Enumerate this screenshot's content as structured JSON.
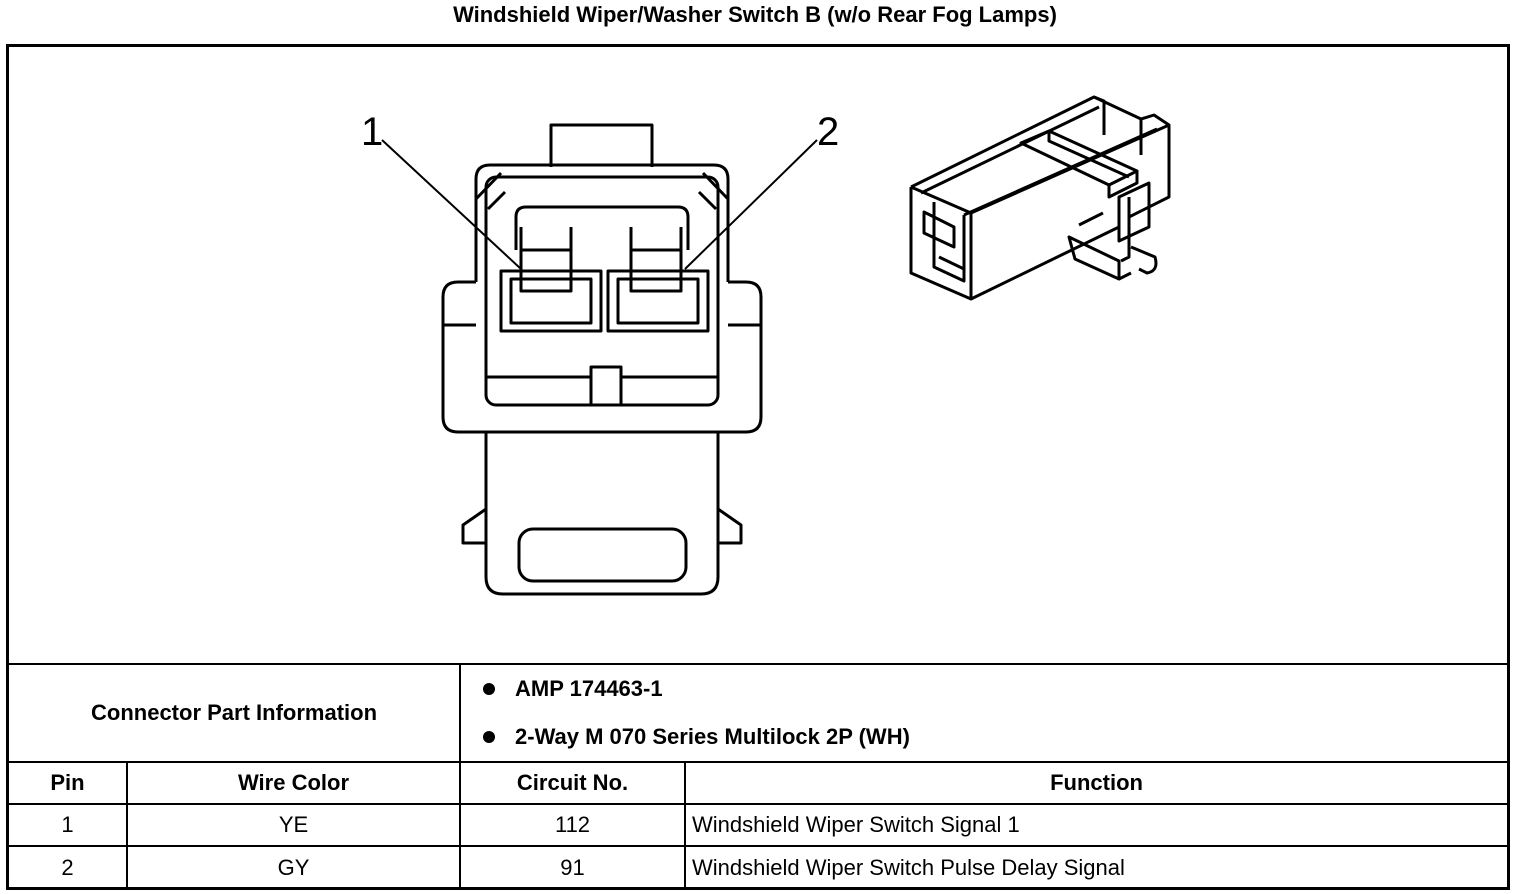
{
  "title": "Windshield Wiper/Washer Switch B (w/o Rear Fog Lamps)",
  "diagram": {
    "pin_callouts": [
      "1",
      "2"
    ]
  },
  "connector_info": {
    "label": "Connector Part Information",
    "parts": [
      "AMP 174463-1",
      "2-Way M 070 Series Multilock 2P (WH)"
    ]
  },
  "table": {
    "headers": [
      "Pin",
      "Wire Color",
      "Circuit No.",
      "Function"
    ],
    "rows": [
      [
        "1",
        "YE",
        "112",
        "Windshield Wiper Switch Signal 1"
      ],
      [
        "2",
        "GY",
        "91",
        "Windshield Wiper Switch Pulse Delay Signal"
      ]
    ]
  }
}
